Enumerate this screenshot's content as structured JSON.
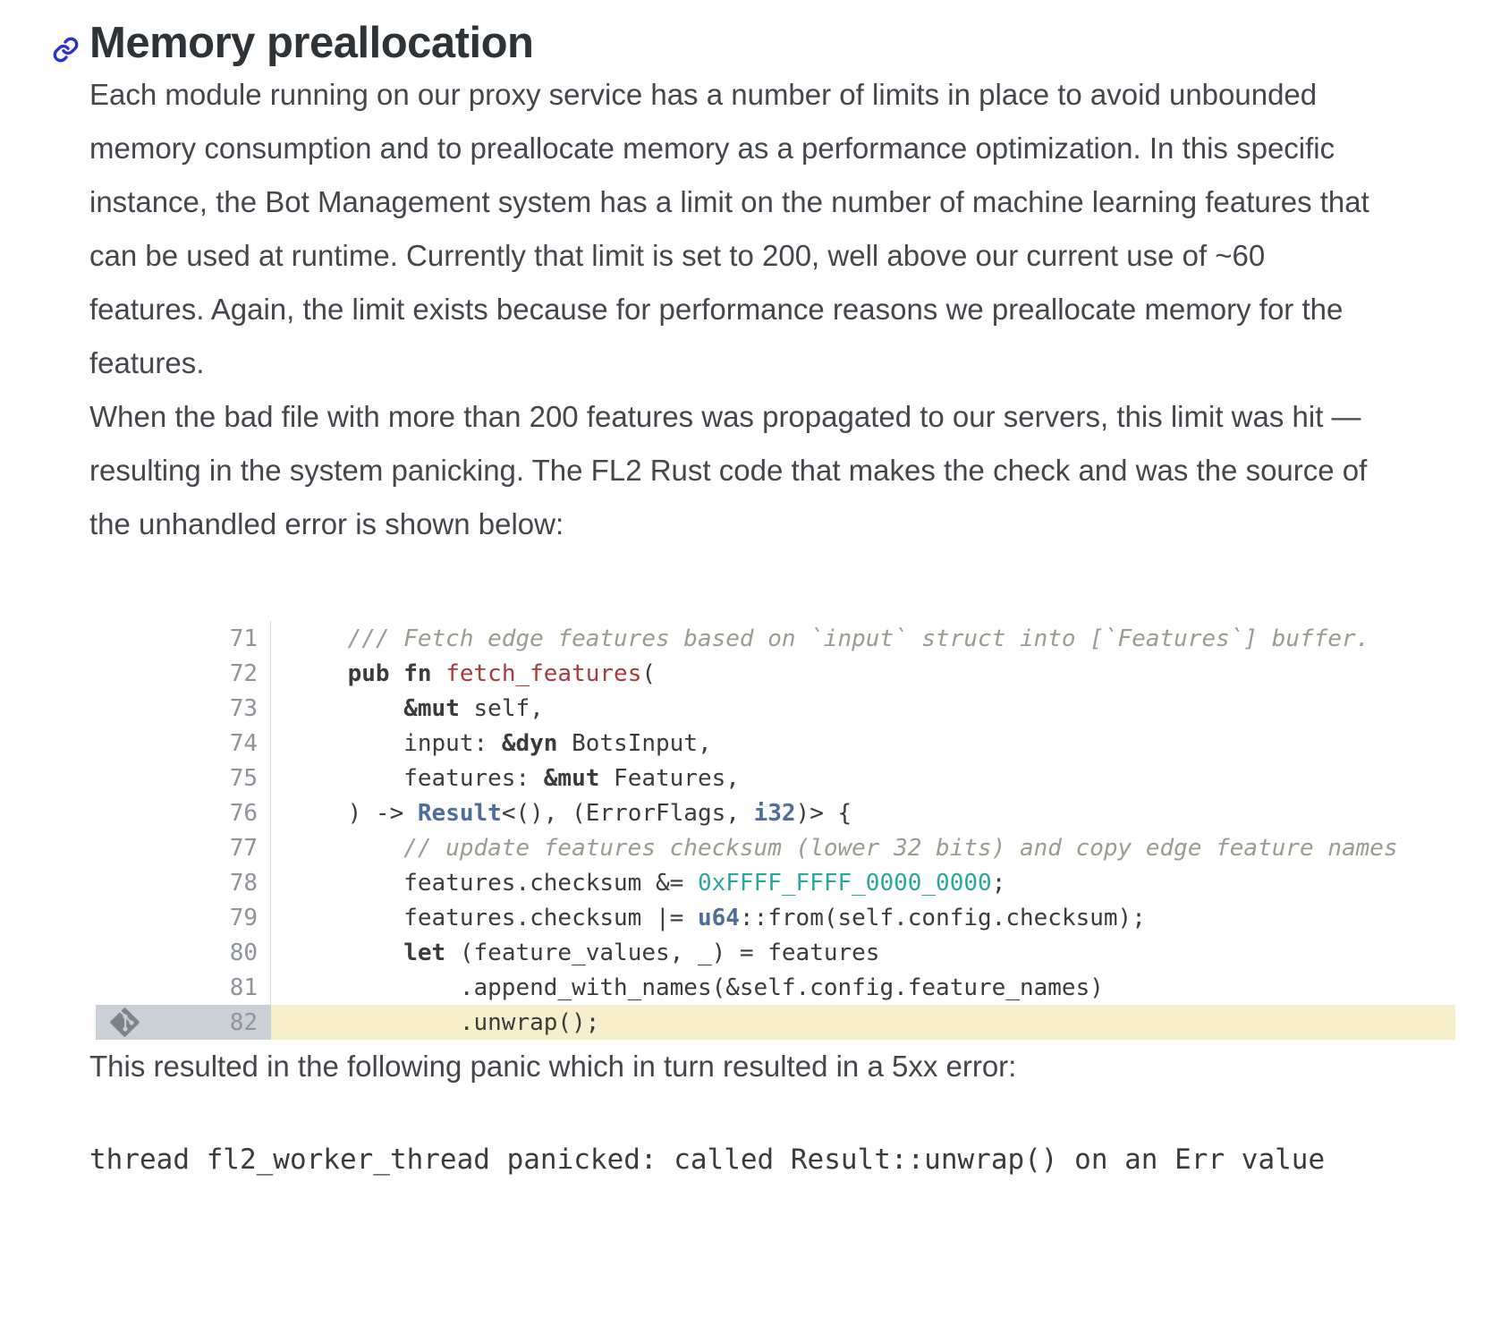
{
  "heading": {
    "text": "Memory preallocation",
    "anchor_icon": "link-icon",
    "anchor_color": "#2832d2"
  },
  "paragraphs": {
    "p1": "Each module running on our proxy service has a number of limits in place to avoid unbounded memory consumption and to preallocate memory as a performance optimization. In this specific instance, the Bot Management system has a limit on the number of machine learning features that can be used at runtime. Currently that limit is set to 200, well above our current use of ~60 features. Again, the limit exists because for performance reasons we preallocate memory for the features.",
    "p2": "When the bad file with more than 200 features was propagated to our servers, this limit was hit — resulting in the system panicking. The FL2 Rust code that makes the check and was the source of the unhandled error is shown below:",
    "p3": "This resulted in the following panic which in turn resulted in a 5xx error:"
  },
  "code_block": {
    "language": "rust",
    "highlighted_line": "82",
    "colors": {
      "highlight_row": "#f7efcc",
      "gutter_highlight": "#cbcfd6",
      "line_numbers": "#8f939a",
      "comment": "#9c9b90",
      "keyword": "#3b3b3b",
      "function_name": "#a93a3a",
      "type": "#4d6d9d",
      "number_literal": "#2aa79c",
      "marker_icon_gray": "#7d828b"
    },
    "lines": [
      {
        "num": "71",
        "segments": [
          {
            "style": "comment",
            "text": "    /// Fetch edge features based on `input` struct into [`Features`] buffer."
          }
        ]
      },
      {
        "num": "72",
        "segments": [
          {
            "style": "plain",
            "text": "    "
          },
          {
            "style": "kw",
            "text": "pub fn"
          },
          {
            "style": "plain",
            "text": " "
          },
          {
            "style": "fn",
            "text": "fetch_features"
          },
          {
            "style": "plain",
            "text": "("
          }
        ]
      },
      {
        "num": "73",
        "segments": [
          {
            "style": "plain",
            "text": "        "
          },
          {
            "style": "kw",
            "text": "&mut"
          },
          {
            "style": "plain",
            "text": " self,"
          }
        ]
      },
      {
        "num": "74",
        "segments": [
          {
            "style": "plain",
            "text": "        input: "
          },
          {
            "style": "kw",
            "text": "&dyn"
          },
          {
            "style": "plain",
            "text": " BotsInput,"
          }
        ]
      },
      {
        "num": "75",
        "segments": [
          {
            "style": "plain",
            "text": "        features: "
          },
          {
            "style": "kw",
            "text": "&mut"
          },
          {
            "style": "plain",
            "text": " Features,"
          }
        ]
      },
      {
        "num": "76",
        "segments": [
          {
            "style": "plain",
            "text": "    ) -> "
          },
          {
            "style": "type",
            "text": "Result"
          },
          {
            "style": "plain",
            "text": "<(), (ErrorFlags, "
          },
          {
            "style": "type",
            "text": "i32"
          },
          {
            "style": "plain",
            "text": ")> {"
          }
        ]
      },
      {
        "num": "77",
        "segments": [
          {
            "style": "comment",
            "text": "        // update features checksum (lower 32 bits) and copy edge feature names"
          }
        ]
      },
      {
        "num": "78",
        "segments": [
          {
            "style": "plain",
            "text": "        features.checksum &= "
          },
          {
            "style": "num",
            "text": "0xFFFF_FFFF_0000_0000"
          },
          {
            "style": "plain",
            "text": ";"
          }
        ]
      },
      {
        "num": "79",
        "segments": [
          {
            "style": "plain",
            "text": "        features.checksum |= "
          },
          {
            "style": "type",
            "text": "u64"
          },
          {
            "style": "plain",
            "text": "::from(self.config.checksum);"
          }
        ]
      },
      {
        "num": "80",
        "segments": [
          {
            "style": "plain",
            "text": "        "
          },
          {
            "style": "kw",
            "text": "let"
          },
          {
            "style": "plain",
            "text": " (feature_values, _) = features"
          }
        ]
      },
      {
        "num": "81",
        "segments": [
          {
            "style": "plain",
            "text": "            .append_with_names(&self.config.feature_names)"
          }
        ]
      },
      {
        "num": "82",
        "highlighted": true,
        "marker_icon": "git-icon",
        "segments": [
          {
            "style": "plain",
            "text": "            .unwrap();"
          }
        ]
      }
    ]
  },
  "panic_output": "thread fl2_worker_thread panicked: called Result::unwrap() on an Err value"
}
